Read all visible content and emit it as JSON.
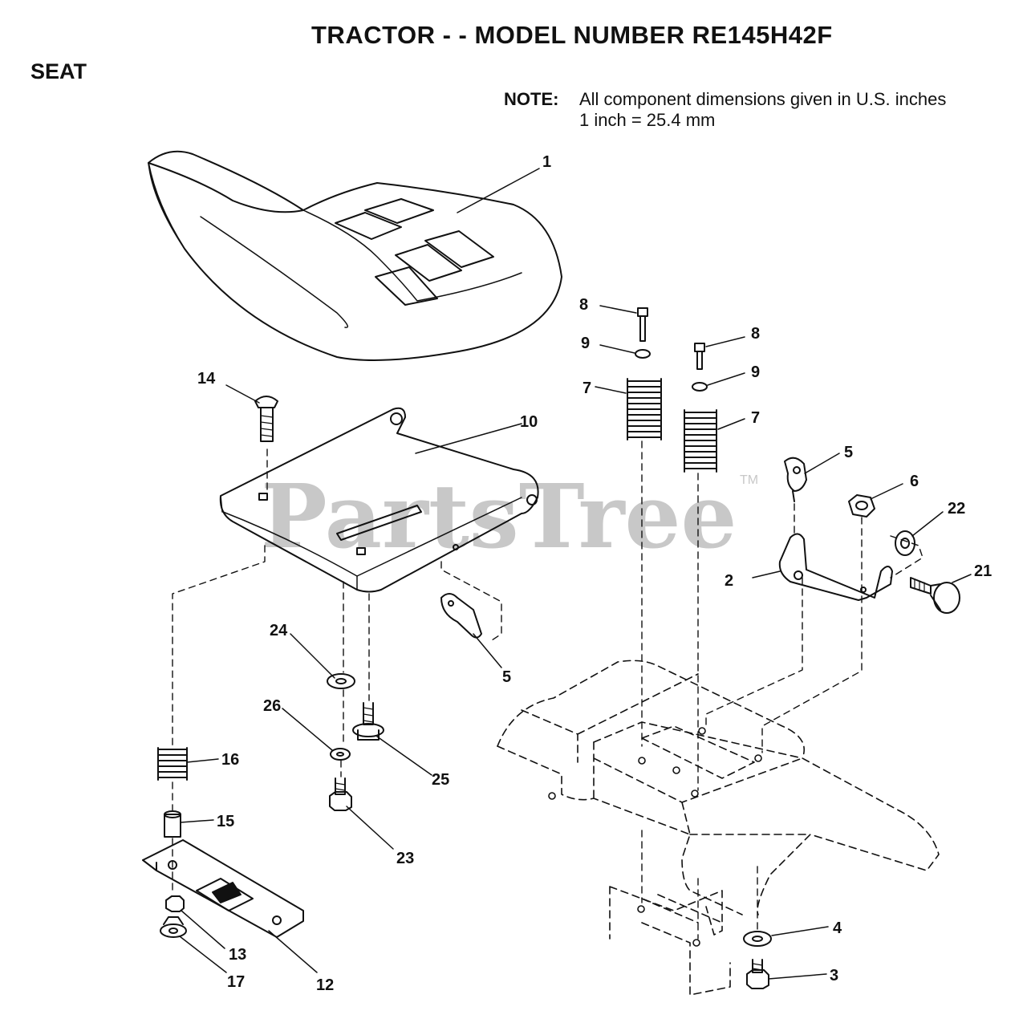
{
  "header": {
    "title": "TRACTOR - - MODEL NUMBER RE145H42F",
    "section": "SEAT"
  },
  "note": {
    "label": "NOTE:",
    "line1": "All component dimensions given in U.S. inches",
    "line2": "1 inch = 25.4 mm"
  },
  "watermark": {
    "brand": "PartsTree",
    "trademark": "TM"
  },
  "callouts": {
    "seat": "1",
    "seat_pan": "10",
    "carriage_bolt": "14",
    "screw_left": "8",
    "washer_left": "9",
    "spring_left": "7",
    "screw_right": "8",
    "washer_right": "9",
    "spring_right": "7",
    "knob_right": "5",
    "nut": "6",
    "bushing": "22",
    "bracket": "2",
    "shoulder_bolt": "21",
    "knob_lower": "5",
    "washer_24": "24",
    "washer_26": "26",
    "bolt_25": "25",
    "bolt_23": "23",
    "spring_16": "16",
    "spacer_15": "15",
    "plate_12": "12",
    "nut_13": "13",
    "nut_17": "17",
    "washer_4": "4",
    "bolt_3": "3"
  }
}
